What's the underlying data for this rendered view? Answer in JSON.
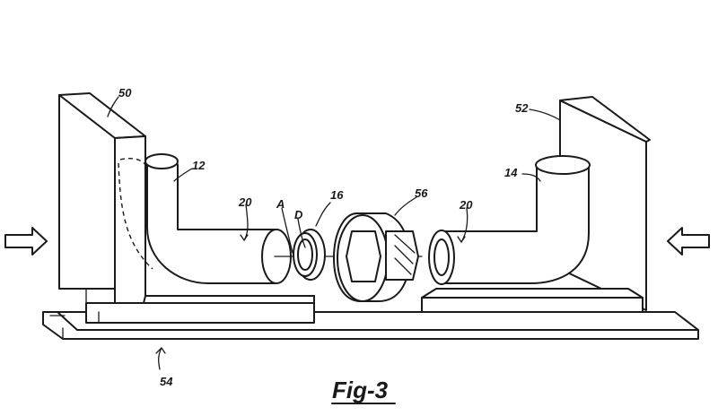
{
  "figure": {
    "caption": "Fig-3",
    "labels": {
      "l50": "50",
      "l52": "52",
      "l12": "12",
      "l14": "14",
      "l20a": "20",
      "l20b": "20",
      "lA": "A",
      "lD": "D",
      "l16": "16",
      "l56": "56",
      "l54": "54"
    }
  }
}
